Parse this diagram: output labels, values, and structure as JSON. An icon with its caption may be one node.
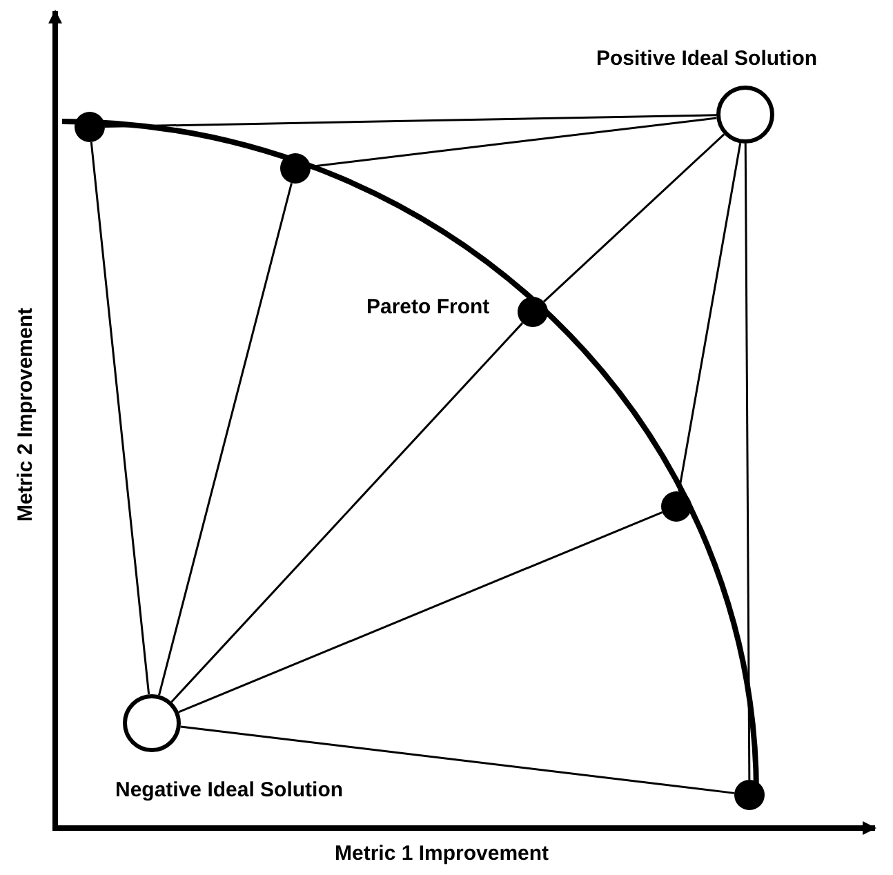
{
  "diagram": {
    "nodes": [
      {
        "text": [
          "Positive Ideal Solution"
        ]
      },
      {
        "text": [
          "Negative Ideal Solution"
        ]
      },
      {
        "text": [],
        "shape": "circle"
      },
      {
        "text": [],
        "shape": "circle"
      },
      {
        "text": [],
        "shape": "circle"
      },
      {
        "text": [],
        "shape": "circle"
      },
      {
        "text": [],
        "shape": "circle"
      }
    ],
    "edges": [
      {
        "from": 0,
        "to": 2,
        "arrow": "none"
      },
      {
        "from": 0,
        "to": 3,
        "arrow": "none"
      },
      {
        "from": 0,
        "to": 4,
        "arrow": "none"
      },
      {
        "from": 0,
        "to": 5,
        "arrow": "none"
      },
      {
        "from": 0,
        "to": 6,
        "arrow": "none"
      },
      {
        "from": 1,
        "to": 2,
        "arrow": "none"
      },
      {
        "from": 1,
        "to": 3,
        "arrow": "none"
      },
      {
        "from": 1,
        "to": 4,
        "arrow": "none"
      },
      {
        "from": 1,
        "to": 5,
        "arrow": "none"
      },
      {
        "from": 1,
        "to": 6,
        "arrow": "none"
      }
    ],
    "labels": [
      "Pareto Front",
      "Metric 2 Improvement",
      "Metric 1 Improvement"
    ]
  }
}
